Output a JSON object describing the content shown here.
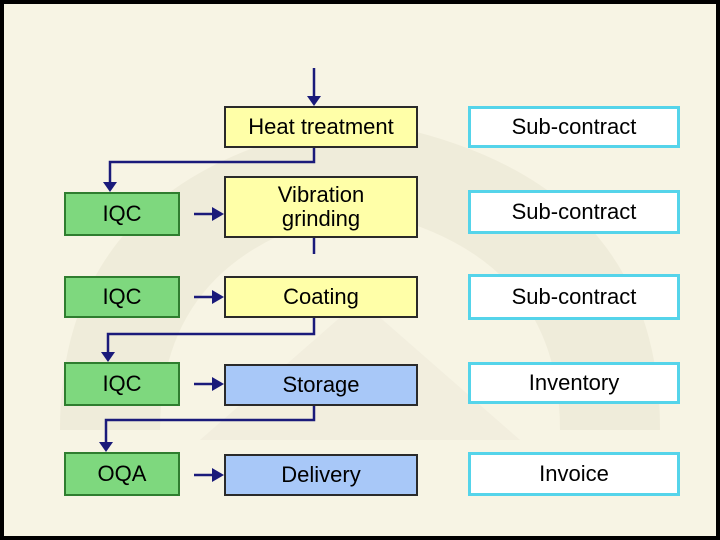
{
  "rows": [
    {
      "qc": "",
      "process": "Heat treatment",
      "process_style": "yellow",
      "partner": "Sub-contract"
    },
    {
      "qc": "IQC",
      "process": "Vibration grinding",
      "process_style": "yellow",
      "partner": "Sub-contract"
    },
    {
      "qc": "IQC",
      "process": "Coating",
      "process_style": "yellow",
      "partner": "Sub-contract"
    },
    {
      "qc": "IQC",
      "process": "Storage",
      "process_style": "blue",
      "partner": "Inventory"
    },
    {
      "qc": "OQA",
      "process": "Delivery",
      "process_style": "blue",
      "partner": "Invoice"
    }
  ],
  "colors": {
    "background": "#f7f4e4",
    "qc_fill": "#7ed87e",
    "qc_border": "#2f7d2f",
    "process_yellow": "#ffffa8",
    "process_blue": "#a8c8f8",
    "partner_border": "#55d4ea",
    "connector": "#1a1a7a",
    "frame": "#000000"
  }
}
